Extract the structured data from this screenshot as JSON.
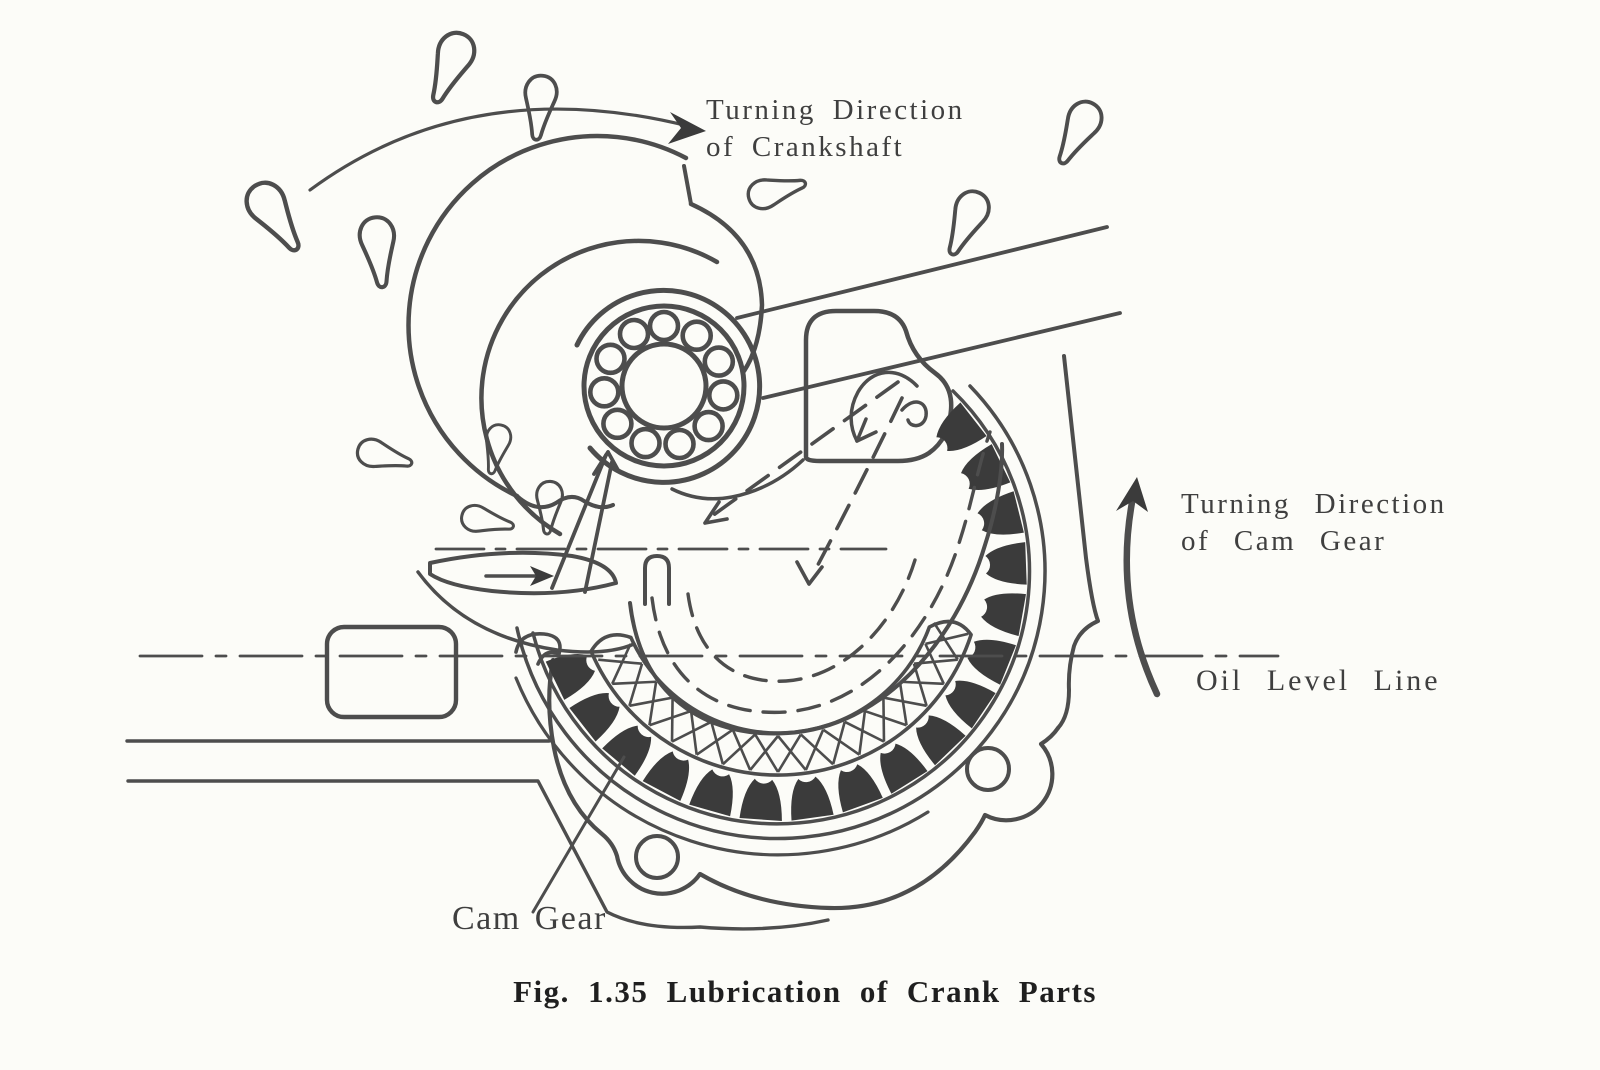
{
  "figure": {
    "type": "technical-illustration",
    "caption": "Fig. 1.35  Lubrication of Crank Parts",
    "labels": {
      "crankshaft_direction": "Turning Direction\nof Crankshaft",
      "cam_gear_direction": "Turning Direction\nof Cam Gear",
      "oil_level": "Oil Level Line",
      "cam_gear": "Cam Gear"
    },
    "parts": [
      "crankshaft counterweight",
      "ball bearing",
      "connecting rod",
      "oil dipper",
      "cam gear",
      "gear housing",
      "oil level line",
      "oil droplets"
    ],
    "colors": {
      "paper": "#fcfcf8",
      "ink": "#4d4d4d",
      "ink_dark": "#3b3b3b",
      "text": "#3f3f3f",
      "caption": "#1f1f1f"
    }
  }
}
